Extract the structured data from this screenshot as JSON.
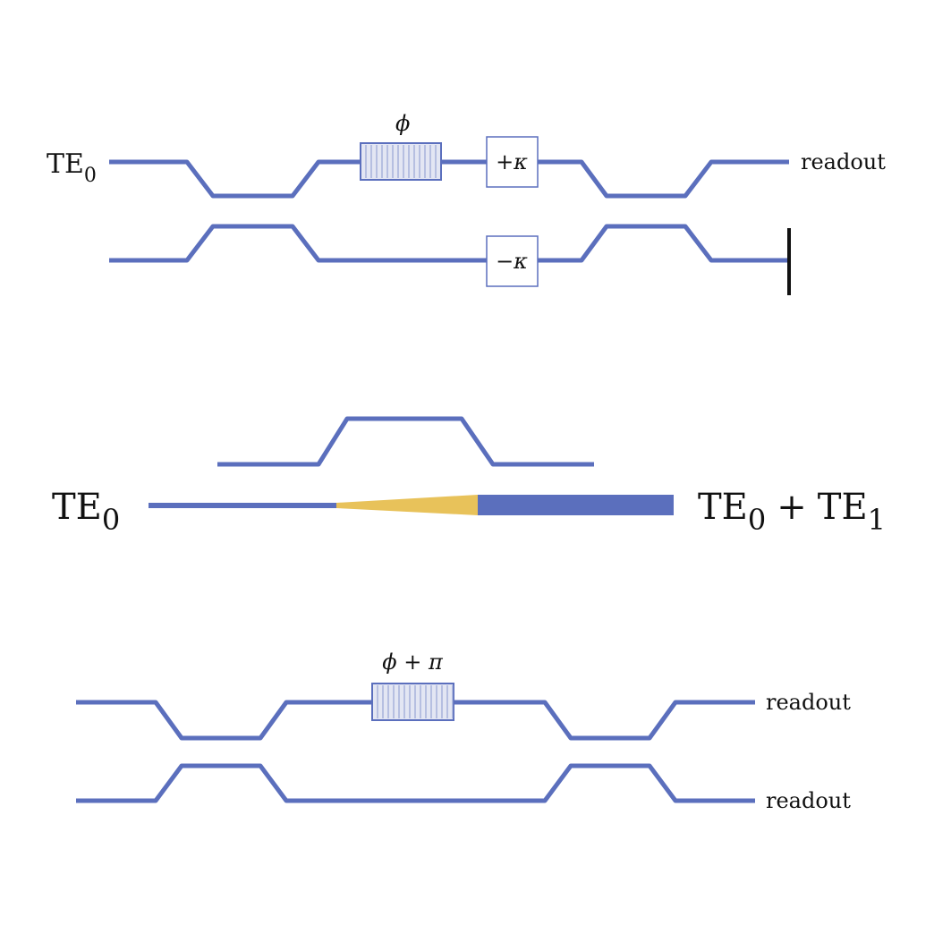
{
  "colors": {
    "waveguide": "#5b6fbd",
    "taper": "#e8c25a",
    "text": "#111111",
    "terminator": "#111111"
  },
  "top_circuit": {
    "input_label_base": "TE",
    "input_label_sub": "0",
    "phase_label": "ϕ",
    "coupler_plus": "+κ",
    "coupler_minus": "−κ",
    "output_label": "readout"
  },
  "middle_converter": {
    "input_label_base": "TE",
    "input_label_sub": "0",
    "output_label_a": "TE",
    "output_label_a_sub": "0",
    "output_plus": "+",
    "output_label_b": "TE",
    "output_label_b_sub": "1"
  },
  "bottom_circuit": {
    "phase_label": "ϕ + π",
    "output_label_top": "readout",
    "output_label_bottom": "readout"
  }
}
